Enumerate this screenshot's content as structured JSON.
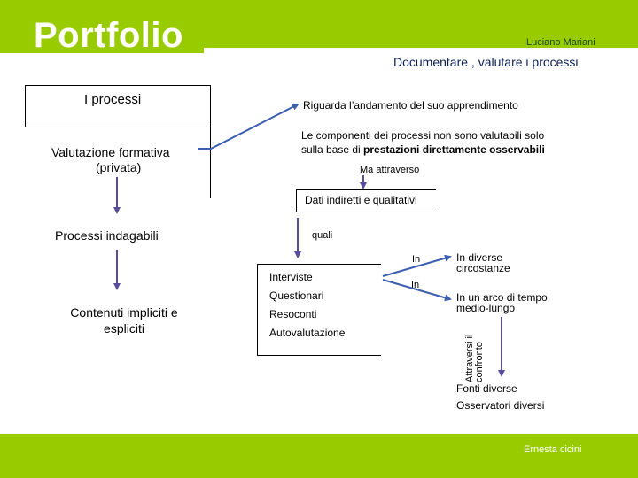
{
  "header": {
    "title": "Portfolio",
    "author": "Luciano Mariani",
    "subtitle": "Documentare , valutare i processi"
  },
  "left": {
    "processi": "I processi",
    "valutazione_formativa": "Valutazione formativa",
    "privata": "(privata)",
    "processi_indagabili": "Processi indagabili",
    "contenuti": "Contenuti impliciti e espliciti"
  },
  "right": {
    "riguarda": "Riguarda l’andamento del suo apprendimento",
    "componenti_line1": "Le componenti dei processi non sono valutabili solo",
    "componenti_line2_prefix": "sulla base di ",
    "componenti_line2_bold": "prestazioni direttamente osservabili",
    "ma_attraverso": "Ma attraverso",
    "dati": "Dati indiretti e qualitativi",
    "quali": "quali",
    "methods": [
      "Interviste",
      "Questionari",
      "Resoconti",
      "Autovalutazione"
    ],
    "in1": "In",
    "in2": "In",
    "diverse_line1": "In diverse",
    "diverse_line2": "circostanze",
    "arco_line1": "In un arco di tempo",
    "arco_line2": "medio-lungo",
    "attraversi_line1": "Attraversi il",
    "attraversi_line2": "confronto",
    "fonti_line1": "Fonti diverse",
    "fonti_line2": "Osservatori diversi"
  },
  "footer": {
    "credit": "Ernesta cicini"
  },
  "colors": {
    "band": "#99cc00",
    "subtitle": "#0b1f56",
    "arrow_blue": "#3d5fb0",
    "arrow_purple": "#5a4e9c"
  }
}
